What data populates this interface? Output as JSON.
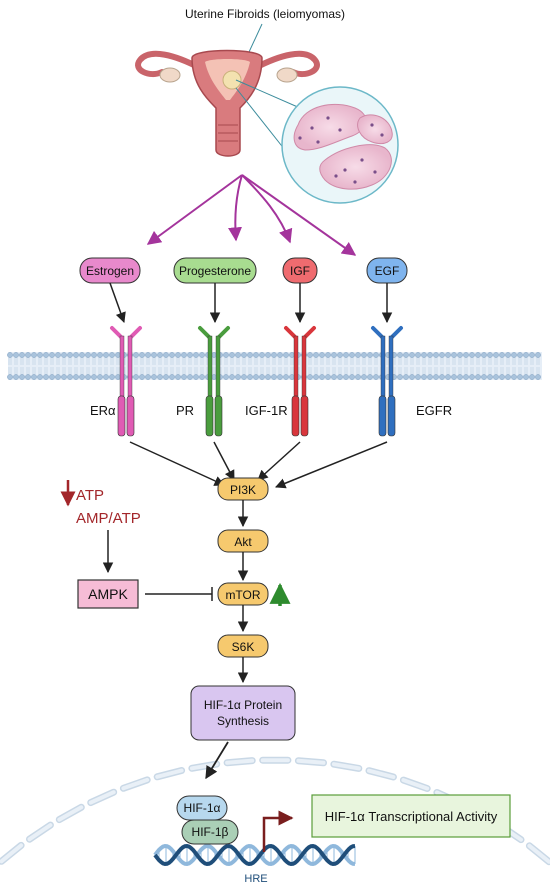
{
  "title": "Uterine Fibroids (leiomyomas)",
  "ligands": {
    "estrogen": "Estrogen",
    "progesterone": "Progesterone",
    "igf": "IGF",
    "egf": "EGF"
  },
  "receptors": {
    "era": "ERα",
    "pr": "PR",
    "igf1r": "IGF-1R",
    "egfr": "EGFR"
  },
  "pathway": {
    "pi3k": "PI3K",
    "akt": "Akt",
    "mtor": "mTOR",
    "s6k": "S6K",
    "hif_synthesis_line1": "HIF-1α Protein",
    "hif_synthesis_line2": "Synthesis"
  },
  "energy": {
    "atp": "ATP",
    "amp_atp": "AMP/ATP",
    "ampk": "AMPK"
  },
  "nucleus": {
    "hif1a": "HIF-1α",
    "hif1b": "HIF-1β",
    "hre": "HRE",
    "activity": "HIF-1α Transcriptional Activity"
  },
  "colors": {
    "estrogen": "#e05bb4",
    "progesterone": "#4a9d3e",
    "igf": "#d9363c",
    "egf": "#2f6fbf",
    "arrow_purple": "#a4349c",
    "pathway_box": "#f6c96e",
    "ampk_box": "#f6bcd6",
    "synthesis_box": "#d9c6f0",
    "activity_box": "#e8f5dd",
    "dna_dark": "#1f4e7a",
    "dna_light": "#8fb8dc"
  }
}
